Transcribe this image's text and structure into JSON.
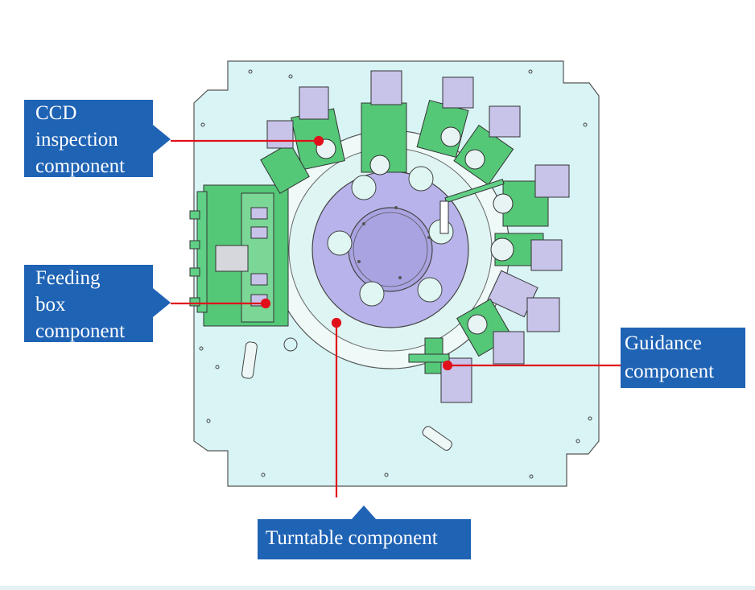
{
  "labels": {
    "ccd": [
      "CCD",
      "inspection",
      "component"
    ],
    "feeding": [
      " Feeding",
      "box",
      "component"
    ],
    "guidance": [
      "Guidance",
      "component"
    ],
    "turntable": "Turntable component"
  },
  "colors": {
    "plate": "#d9f4f4",
    "callout": "#1f63b5",
    "leader": "#e0101b",
    "station_green": "#55c878",
    "station_purple": "#c7c3e9",
    "turntable_purple": "#b8b3ea",
    "turntable_hub": "#a9a3e2"
  }
}
